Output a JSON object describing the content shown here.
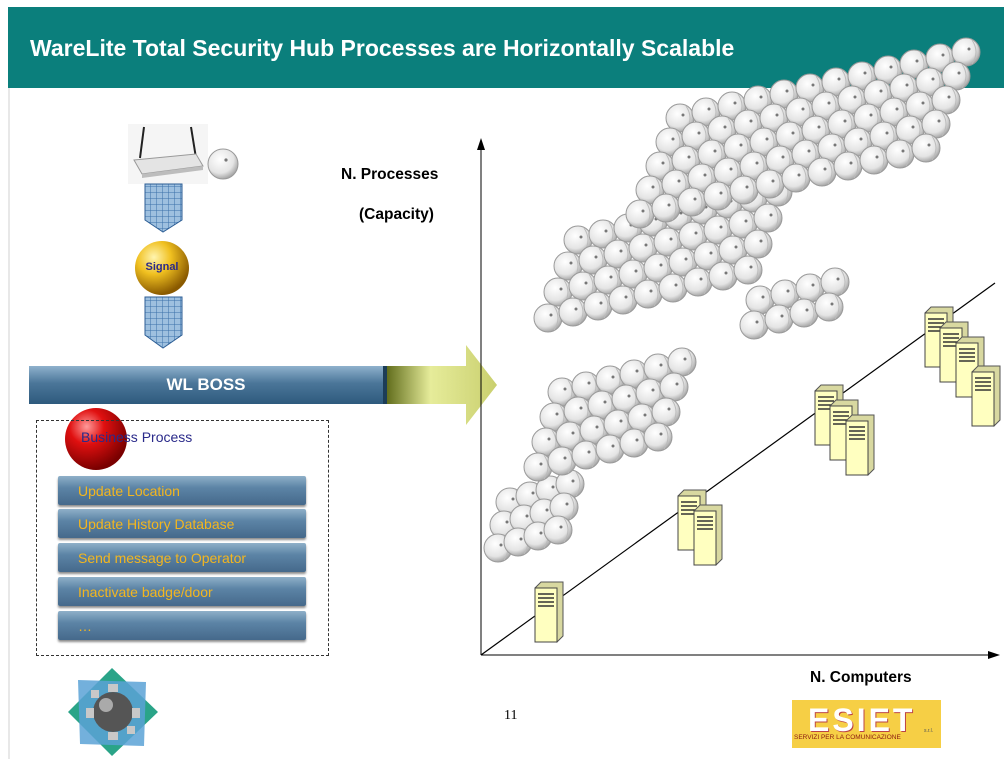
{
  "header": {
    "title": "WareLite Total Security Hub Processes are Horizontally Scalable"
  },
  "pipeline": {
    "signal_label": "Signal",
    "bus_label": "WL BOSS",
    "process_label": "Business Process",
    "steps": [
      "Update Location",
      "Update History Database",
      "Send message to Operator",
      "Inactivate badge/door",
      "…"
    ]
  },
  "axes": {
    "y_label_line1": "N. Processes",
    "y_label_line2": "(Capacity)",
    "x_label": "N. Computers"
  },
  "footer": {
    "page_number": "11",
    "logo_main": "ESIET",
    "logo_suffix": "s.r.l.",
    "logo_tagline": "SERVIZI PER LA COMUNICAZIONE"
  },
  "colors": {
    "title_bar": "#0b7f7c",
    "step_text": "#f3b61f",
    "server_fill": "#ffffc0",
    "sphere_gold": "#e8b400",
    "sphere_red": "#d40000"
  }
}
